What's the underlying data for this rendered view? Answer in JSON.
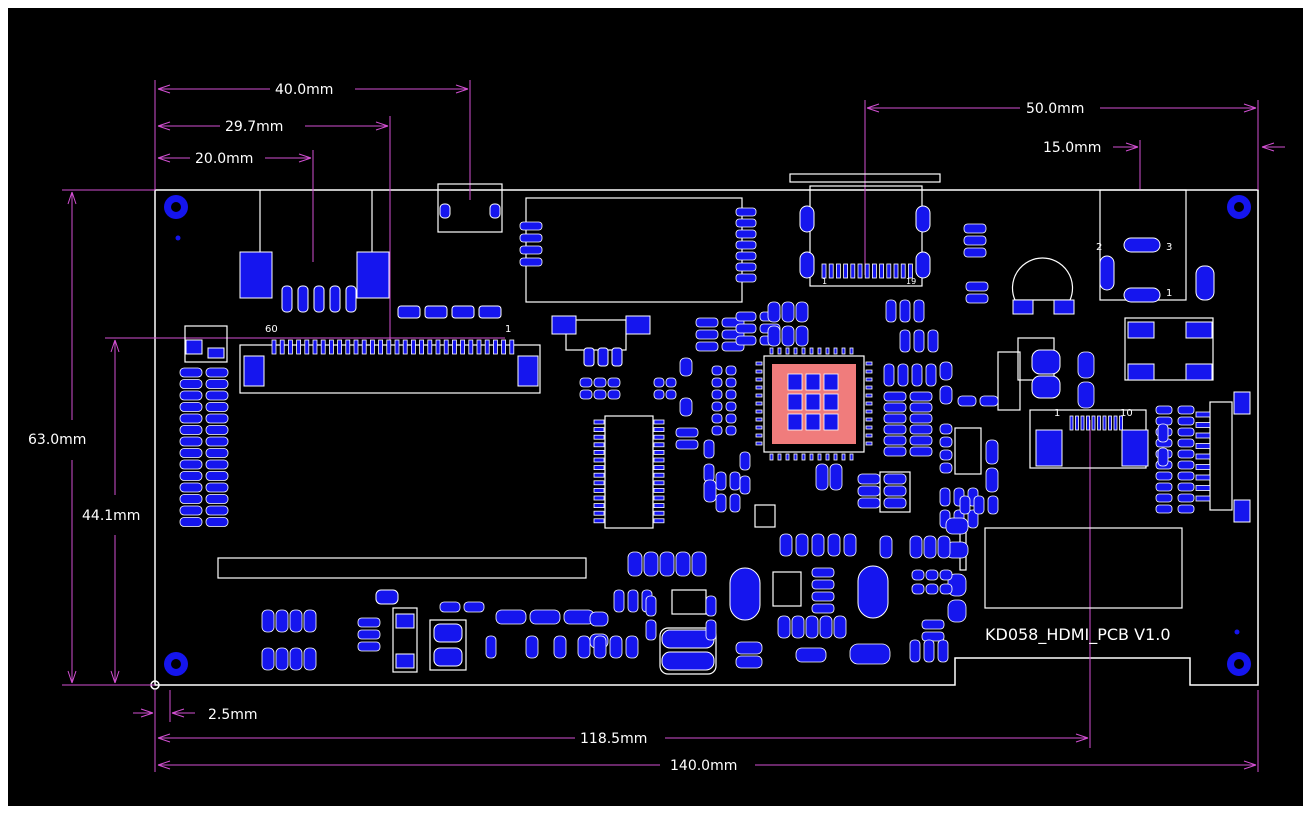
{
  "colors": {
    "background": "#000000",
    "frame": "#ffffff",
    "outline": "#ffffff",
    "dimension": "#d24fd2",
    "copper": "#1515ee",
    "chip_body": "#f07c7c",
    "label": "#ffffff"
  },
  "dimensions": {
    "w40": "40.0mm",
    "w29_7": "29.7mm",
    "w20": "20.0mm",
    "w50": "50.0mm",
    "w15": "15.0mm",
    "h63": "63.0mm",
    "h44_1": "44.1mm",
    "w2_5": "2.5mm",
    "w118_5": "118.5mm",
    "w140": "140.0mm"
  },
  "labels": {
    "pcb_name": "KD058_HDMI_PCB V1.0",
    "conn_pin_60": "60",
    "conn_pin_1": "1",
    "hdmi_pin_1": "1",
    "hdmi_pin_19": "19",
    "fpc_pin_1": "1",
    "fpc_pin_10": "10",
    "jack_pin_2": "2",
    "jack_pin_3": "3",
    "jack_pin_1": "1"
  }
}
